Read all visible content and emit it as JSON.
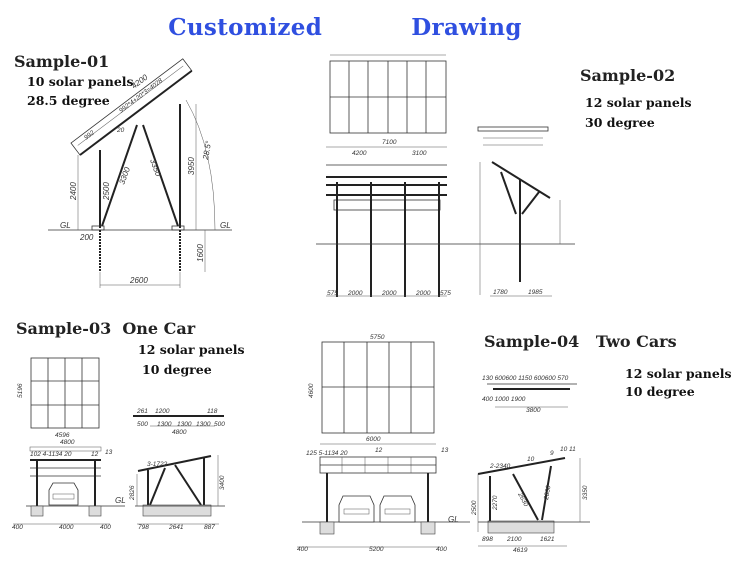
{
  "title": "Customized    Drawing",
  "samples": [
    {
      "label": "Sample-01",
      "panels": "10 solar panels",
      "angle": "28.5 degree",
      "dims": {
        "total": "4200",
        "formula": "992*4+20*3=4028",
        "panel": "992",
        "gap": "20",
        "front_height": "2400",
        "post_front": "2500",
        "brace1": "3300",
        "brace2": "3350",
        "rear_height": "3950",
        "tilt": "28.5°",
        "gl_left": "GL",
        "gl_right": "GL",
        "offset": "200",
        "pile": "1600",
        "span": "2600"
      }
    },
    {
      "label": "Sample-02",
      "panels": "12 solar panels",
      "angle": "30 degree",
      "dims": {
        "width": "7100",
        "left": "4200",
        "right": "3100",
        "bay1": "2000",
        "bay2": "2000",
        "bay3": "2000",
        "end1": "575",
        "end2": "575",
        "side1": "1780",
        "side2": "1985"
      }
    },
    {
      "label": "Sample-03  One Car",
      "panels": "12 solar panels",
      "angle": "10 degree",
      "dims": {
        "plan_width": "4596",
        "plan_height": "5196",
        "beam_length": "4800",
        "elev_width": "4800",
        "spacing": "102  4-1134  20",
        "tag12": "12",
        "tag13": "13",
        "gl": "GL",
        "foot_left": "400",
        "span": "4000",
        "foot_right": "400",
        "side_a": "798",
        "side_b": "2641",
        "side_c": "887",
        "rail": "3-1722",
        "h1": "2826",
        "h2": "3400",
        "r1": "261",
        "r2": "1200",
        "r3": "118",
        "b1": "500",
        "b2": "1300",
        "b3": "1300",
        "b4": "1300",
        "b5": "500"
      }
    },
    {
      "label": "Sample-04   Two Cars",
      "panels": "12 solar panels",
      "angle": "10 degree",
      "dims": {
        "plan_width": "5750",
        "plan_height": "4600",
        "elev_width": "6000",
        "spacing": "125  5-1134  20",
        "tag12": "12",
        "tag13": "13",
        "gl": "GL",
        "foot_left": "400",
        "span": "5200",
        "foot_right": "400",
        "rail": "2-2340",
        "tag10": "10",
        "tag9": "9",
        "tag1011": "10 11",
        "h_front": "2500",
        "h_post": "2270",
        "brace1": "2630",
        "brace2": "2830",
        "h_rear": "3350",
        "side_a": "898",
        "side_b": "2100",
        "side_c": "1621",
        "side_total": "4619",
        "top_dims": "130  600600  1150  600600    570",
        "mid_dims": "400   1000    1900",
        "beam": "3800"
      }
    }
  ]
}
